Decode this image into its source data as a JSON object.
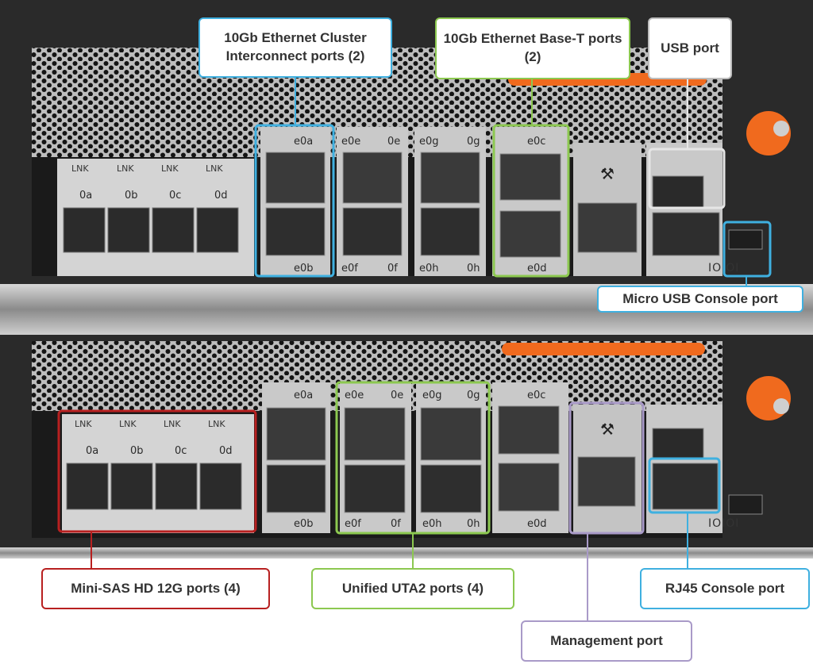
{
  "colors": {
    "blue": "#3fb0e0",
    "green": "#8cc850",
    "red": "#b82020",
    "purple": "#a99ac8",
    "gray": "#bdbdbd",
    "orange": "#f06a1e"
  },
  "callouts": {
    "cluster_interconnect": "10Gb Ethernet Cluster Interconnect ports (2)",
    "base_t": "10Gb Ethernet Base-T ports (2)",
    "usb": "USB port",
    "micro_usb_console": "Micro USB Console port",
    "mini_sas": "Mini-SAS HD 12G ports (4)",
    "uta2": "Unified UTA2 ports (4)",
    "rj45_console": "RJ45 Console port",
    "management": "Management port"
  },
  "panel_labels": {
    "lnk": "LNK",
    "sas_ports": [
      "0a",
      "0b",
      "0c",
      "0d"
    ],
    "e0a": "e0a",
    "e0b": "e0b",
    "e0c": "e0c",
    "e0d": "e0d",
    "e0e": "e0e",
    "0e": "0e",
    "e0f": "e0f",
    "0f": "0f",
    "e0g": "e0g",
    "0g": "0g",
    "e0h": "e0h",
    "0h": "0h",
    "console_mark": "IOIOI"
  }
}
